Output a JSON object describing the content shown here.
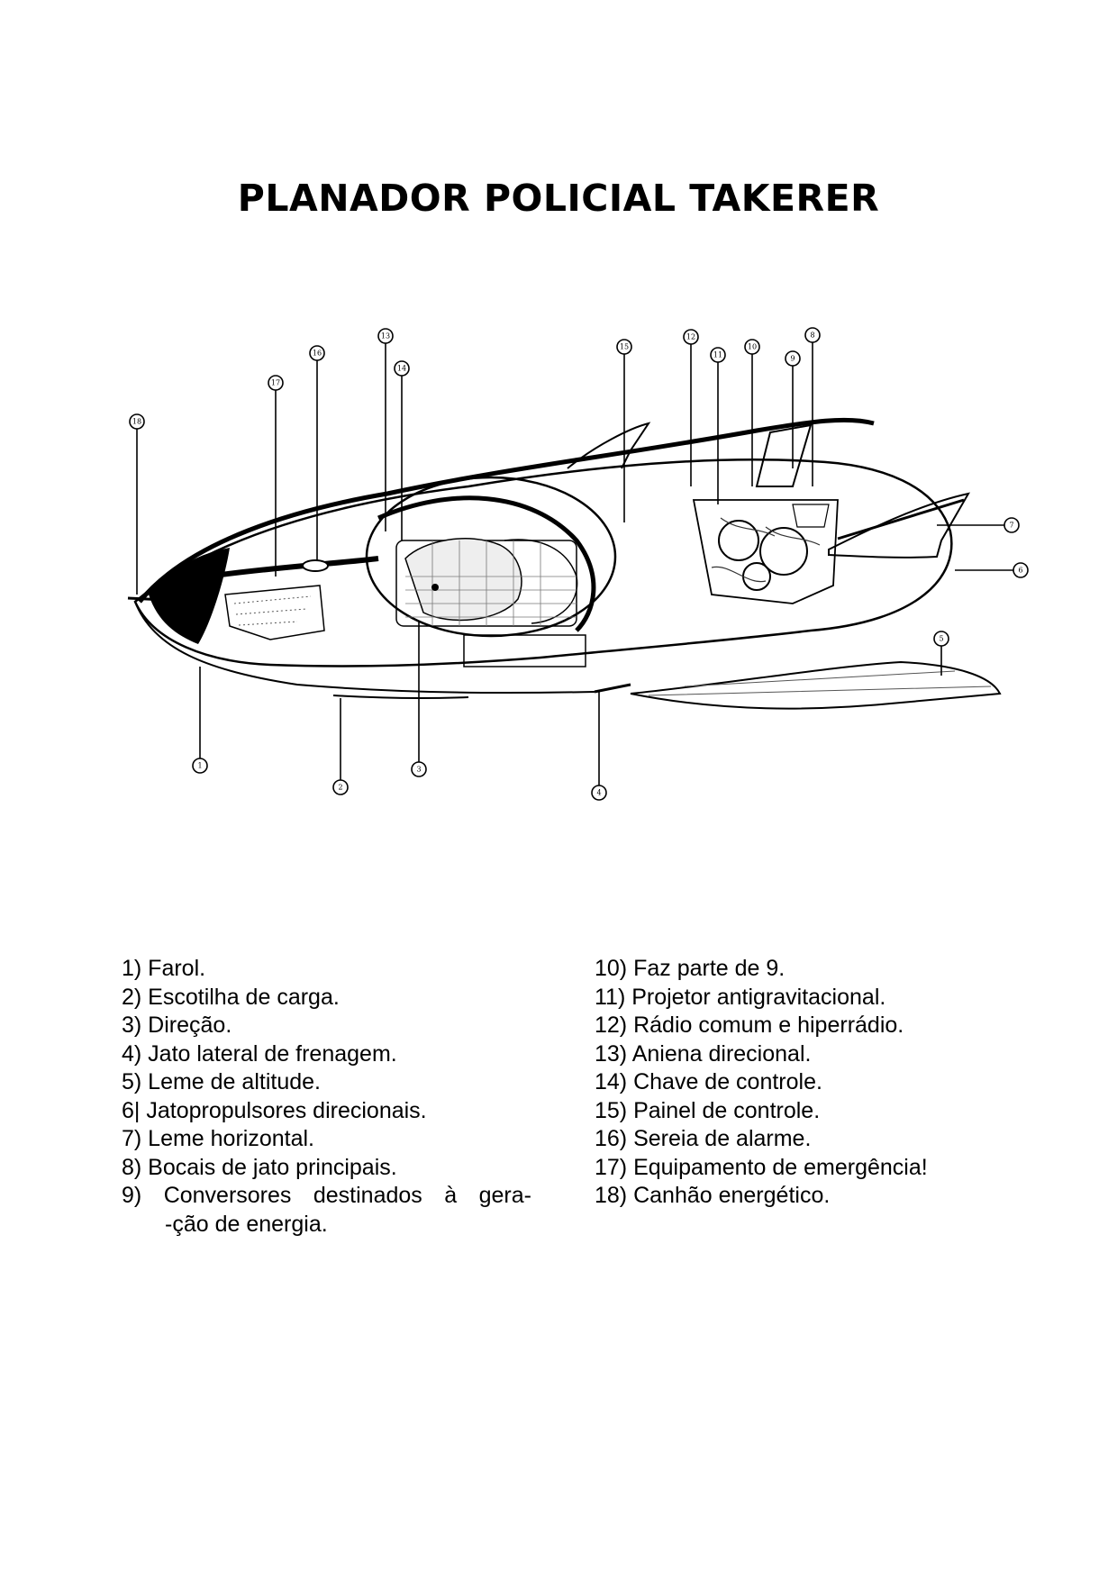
{
  "title": "PLANADOR POLICIAL TAKERER",
  "callouts": [
    "1",
    "2",
    "3",
    "4",
    "5",
    "6",
    "7",
    "8",
    "9",
    "10",
    "11",
    "12",
    "13",
    "14",
    "15",
    "16",
    "17",
    "18"
  ],
  "legend_left": [
    "1) Farol.",
    "2) Escotilha de carga.",
    "3) Direção.",
    "4) Jato lateral de frenagem.",
    "5) Leme de altitude.",
    "6| Jatopropulsores direcionais.",
    "7) Leme horizontal.",
    "8) Bocais de jato principais."
  ],
  "legend_item9": {
    "words": [
      "9)",
      "Conversores",
      "destinados",
      "à",
      "gera-"
    ],
    "continuation": "-ção de energia."
  },
  "legend_right": [
    "10) Faz parte de 9.",
    "11) Projetor antigravitacional.",
    "12) Rádio comum e hiperrádio.",
    "13) Aniena direcional.",
    "14) Chave de controle.",
    "15) Painel de controle.",
    "16) Sereia de alarme.",
    "17) Equipamento de emergência!",
    "18) Canhão energético."
  ]
}
